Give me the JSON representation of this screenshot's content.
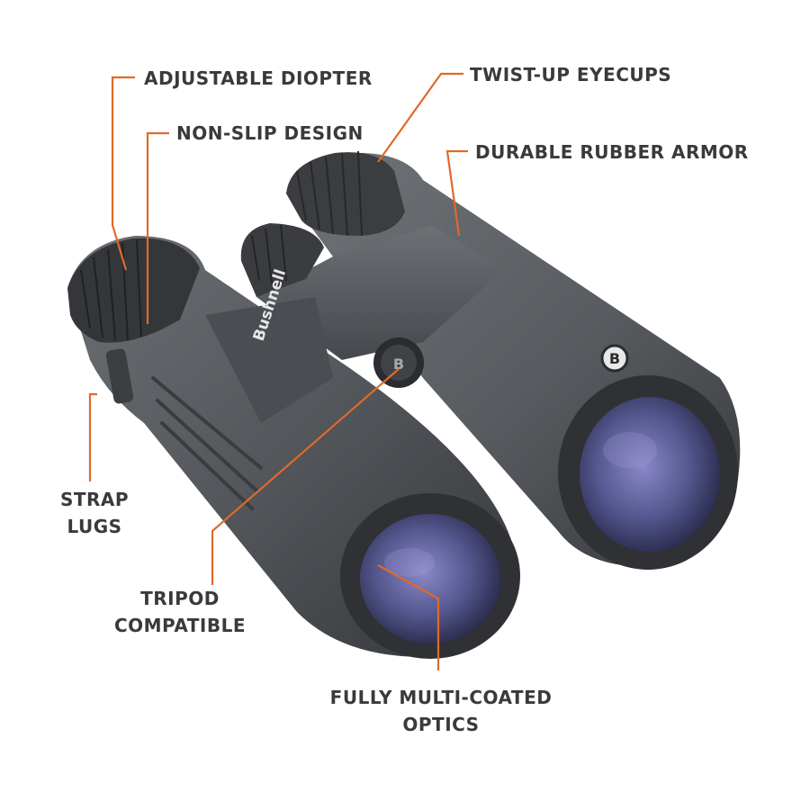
{
  "callouts": {
    "adjustable_diopter": "ADJUSTABLE DIOPTER",
    "non_slip_design": "NON-SLIP DESIGN",
    "twist_up_eyecups": "TWIST-UP EYECUPS",
    "durable_rubber_armor": "DURABLE RUBBER ARMOR",
    "strap_lugs": [
      "STRAP",
      "LUGS"
    ],
    "tripod_compatible": [
      "TRIPOD",
      "COMPATIBLE"
    ],
    "fully_multi_coated_optics": [
      "FULLY MULTI-COATED",
      "OPTICS"
    ]
  },
  "product": {
    "brand_logo_text": "Bushnell",
    "badge_letter": "B"
  },
  "colors": {
    "leader_line": "#e06a2a",
    "label_text": "#3a3a3a",
    "body": "#55585b",
    "body_dark": "#2f3134",
    "lens": "#4d4f8c"
  }
}
